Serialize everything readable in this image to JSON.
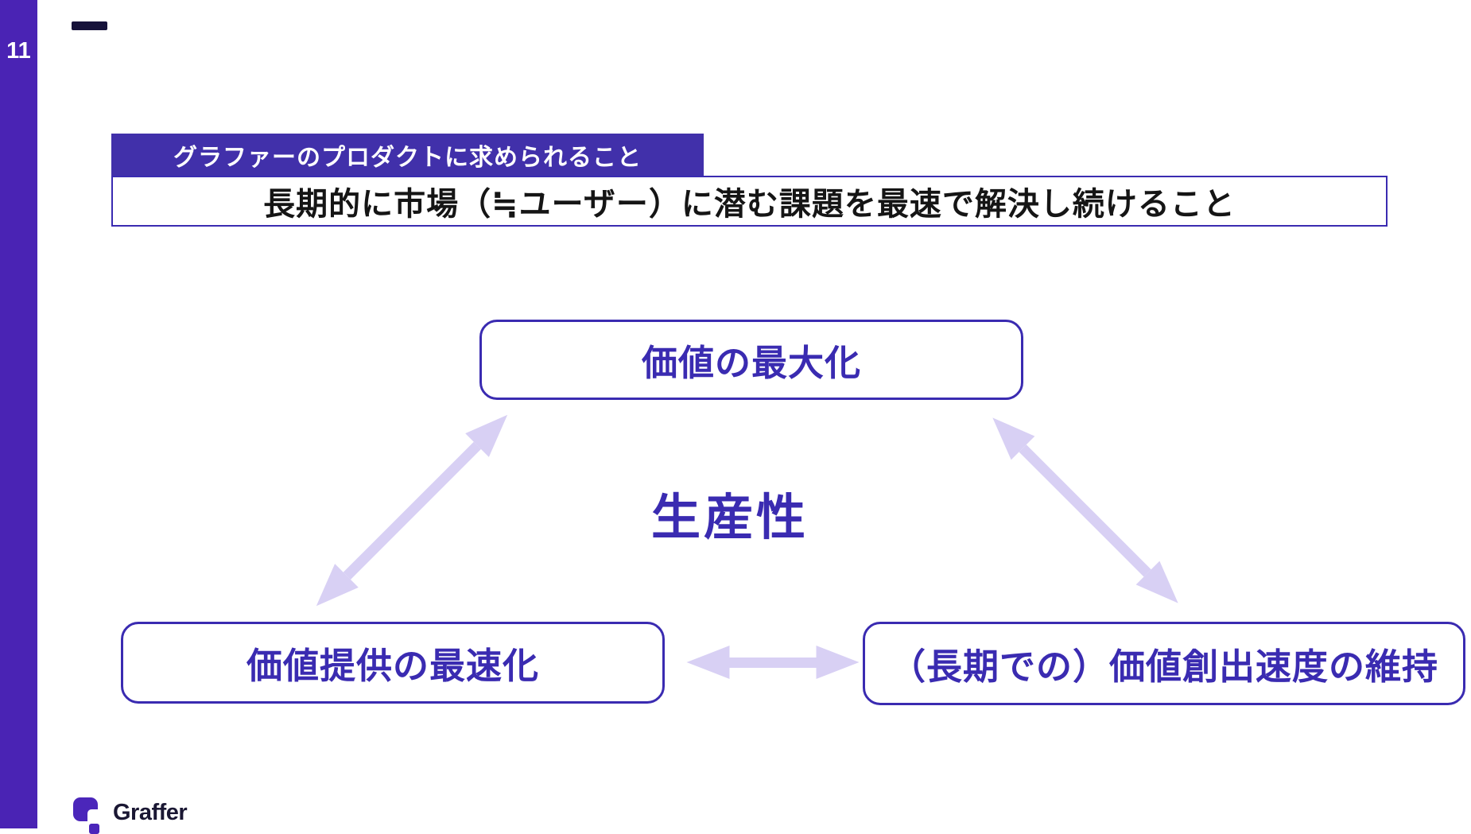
{
  "slide": {
    "page_number": "11",
    "header": {
      "tag_label": "グラファーのプロダクトに求められること",
      "title": "長期的に市場（≒ユーザー）に潜む課題を最速で解決し続けること"
    },
    "diagram": {
      "top_box_label": "価値の最大化",
      "center_label": "生産性",
      "bottom_left_label": "価値提供の最速化",
      "bottom_right_label": "（長期での）価値創出速度の維持",
      "arrows": [
        "top-box to bottom-left-box (double-headed)",
        "top-box to bottom-right-box (double-headed)",
        "bottom-left-box to bottom-right-box (double-headed)"
      ]
    },
    "footer": {
      "logo_icon": "graffer-logomark-icon",
      "logo_text": "Graffer"
    }
  },
  "theme": {
    "sidebar_purple": "#4A23B4",
    "banner_purple": "#4130AA",
    "border_purple": "#3A2BB1",
    "node_text_purple": "#3A2BB1",
    "arrow_purple": "#D8D0F4",
    "dash_color": "#16123A",
    "logo_purple": "#4B26BA",
    "logo_text_color": "#1A1733",
    "title_text_color": "#151515"
  }
}
